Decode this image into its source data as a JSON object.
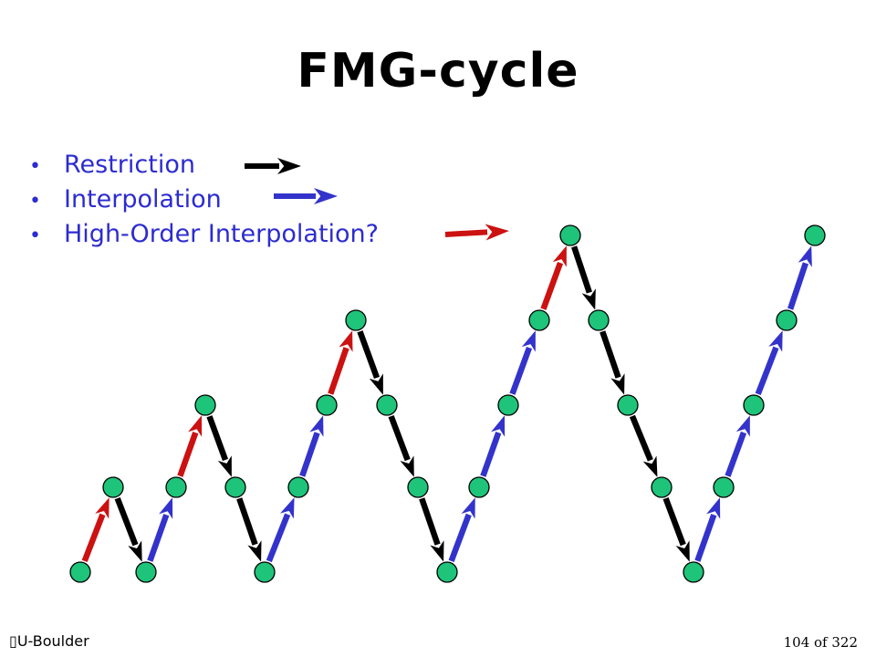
{
  "title": "FMG-cycle",
  "legend": [
    {
      "label": "Restriction",
      "kind": "restriction"
    },
    {
      "label": "Interpolation",
      "kind": "interpolation"
    },
    {
      "label": "High-Order Interpolation?",
      "kind": "high_order"
    }
  ],
  "colors": {
    "restriction": "#000000",
    "interpolation": "#3333cc",
    "high_order": "#cc1111",
    "node_fill": "#1ec47a",
    "node_stroke": "#000000",
    "text": "#2c2cd0"
  },
  "footer": {
    "left": "U-Boulder",
    "right": "104 of 322"
  },
  "cycle_levels": [
    1,
    2,
    1,
    2,
    3,
    2,
    1,
    2,
    3,
    4,
    3,
    2,
    1,
    2,
    3,
    4,
    5,
    4,
    3,
    2,
    1,
    2,
    3,
    4,
    5
  ],
  "transitions": [
    "high_order",
    "restriction",
    "interpolation",
    "high_order",
    "restriction",
    "restriction",
    "interpolation",
    "interpolation",
    "high_order",
    "restriction",
    "restriction",
    "restriction",
    "interpolation",
    "interpolation",
    "interpolation",
    "high_order",
    "restriction",
    "restriction",
    "restriction",
    "restriction",
    "interpolation",
    "interpolation",
    "interpolation",
    "interpolation"
  ]
}
